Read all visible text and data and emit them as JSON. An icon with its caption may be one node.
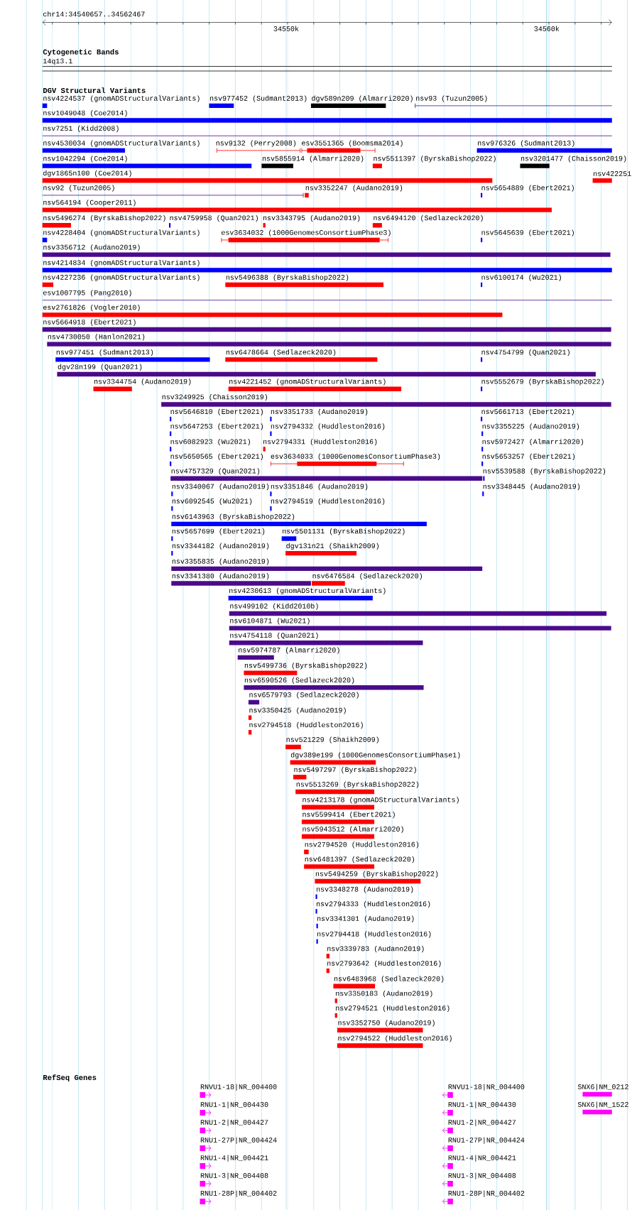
{
  "diagram": {
    "nodes": [
      {
        "text": [
          "nsv4224537 (gnomADStructuralVariants)"
        ]
      },
      {
        "text": [
          "nsv977452 (Sudmant2013)"
        ]
      },
      {
        "text": [
          "dgv589n209 (Almarri2020)"
        ]
      },
      {
        "text": [
          "nsv93 (Tuzun2005)"
        ]
      },
      {
        "text": [
          "nsv1049048 (Coe2014)"
        ]
      },
      {
        "text": [
          "nsv7251 (Kidd2008)"
        ]
      },
      {
        "text": [
          "nsv4530034 (gnomADStructuralVariants)"
        ]
      },
      {
        "text": [
          "nsv9132 (Perry2008)"
        ]
      },
      {
        "text": [
          "esv3551365 (Boomsma2014)"
        ]
      },
      {
        "text": [
          "nsv976326 (Sudmant2013)"
        ]
      },
      {
        "text": [
          "nsv1042294 (Coe2014)"
        ]
      },
      {
        "text": [
          "nsv5855914 (Almarri2020)"
        ]
      },
      {
        "text": [
          "nsv5511397 (ByrskaBishop2022)"
        ]
      },
      {
        "text": [
          "nsv3201477 (Chaisson2019)"
        ]
      },
      {
        "text": [
          "dgv1865n100 (Coe2014)"
        ]
      },
      {
        "text": [
          "nsv422251"
        ]
      },
      {
        "text": [
          "nsv92 (Tuzun2005)"
        ]
      },
      {
        "text": [
          "nsv3352247 (Audano2019)"
        ]
      },
      {
        "text": [
          "nsv5654889 (Ebert2021)"
        ]
      },
      {
        "text": [
          "nsv564194 (Cooper2011)"
        ]
      },
      {
        "text": [
          "nsv5496274 (ByrskaBishop2022)"
        ]
      },
      {
        "text": [
          "nsv4759958 (Quan2021)"
        ]
      },
      {
        "text": [
          "nsv3343795 (Audano2019)"
        ]
      },
      {
        "text": [
          "nsv6494120 (Sedlazeck2020)"
        ]
      },
      {
        "text": [
          "nsv4228404 (gnomADStructuralVariants)"
        ]
      },
      {
        "text": [
          "esv3634032 (1000GenomesConsortiumPhase3)"
        ]
      },
      {
        "text": [
          "nsv5645639 (Ebert2021)"
        ]
      },
      {
        "text": [
          "nsv3356712 (Audano2019)"
        ]
      },
      {
        "text": [
          "nsv4214834 (gnomADStructuralVariants)"
        ]
      },
      {
        "text": [
          "nsv4227236 (gnomADStructuralVariants)"
        ]
      },
      {
        "text": [
          "nsv5496388 (ByrskaBishop2022)"
        ]
      },
      {
        "text": [
          "nsv6100174 (Wu2021)"
        ]
      },
      {
        "text": [
          "esv1007795 (Pang2010)"
        ]
      },
      {
        "text": [
          "esv2761826 (Vogler2010)"
        ]
      },
      {
        "text": [
          "nsv5664918 (Ebert2021)"
        ]
      },
      {
        "text": [
          "nsv4730050 (Hanlon2021)"
        ]
      },
      {
        "text": [
          "nsv977451 (Sudmant2013)"
        ]
      },
      {
        "text": [
          "nsv6478664 (Sedlazeck2020)"
        ]
      },
      {
        "text": [
          "nsv4754799 (Quan2021)"
        ]
      },
      {
        "text": [
          "dgv28n199 (Quan2021)"
        ]
      },
      {
        "text": [
          "nsv3344754 (Audano2019)"
        ]
      },
      {
        "text": [
          "nsv4221452 (gnomADStructuralVariants)"
        ]
      },
      {
        "text": [
          "nsv5552679 (ByrskaBishop2022)"
        ]
      },
      {
        "text": [
          "nsv3249925 (Chaisson2019)"
        ]
      },
      {
        "text": [
          "nsv5646810 (Ebert2021)"
        ]
      },
      {
        "text": [
          "nsv3351733 (Audano2019)"
        ]
      },
      {
        "text": [
          "nsv5661713 (Ebert2021)"
        ]
      },
      {
        "text": [
          "nsv5647253 (Ebert2021)"
        ]
      },
      {
        "text": [
          "nsv2794332 (Huddleston2016)"
        ]
      },
      {
        "text": [
          "nsv3355225 (Audano2019)"
        ]
      },
      {
        "text": [
          "nsv6082923 (Wu2021)"
        ]
      },
      {
        "text": [
          "nsv2794331 (Huddleston2016)"
        ]
      },
      {
        "text": [
          "nsv5972427 (Almarri2020)"
        ]
      },
      {
        "text": [
          "nsv5650565 (Ebert2021)"
        ]
      },
      {
        "text": [
          "esv3634033 (1000GenomesConsortiumPhase3)"
        ]
      },
      {
        "text": [
          "nsv5653257 (Ebert2021)"
        ]
      },
      {
        "text": [
          "nsv4757329 (Quan2021)"
        ]
      },
      {
        "text": [
          "nsv5539588 (ByrskaBishop2022)"
        ]
      },
      {
        "text": [
          "nsv3340067 (Audano2019)"
        ]
      },
      {
        "text": [
          "nsv3351846 (Audano2019)"
        ]
      },
      {
        "text": [
          "nsv3348445 (Audano2019)"
        ]
      },
      {
        "text": [
          "nsv6092545 (Wu2021)"
        ]
      },
      {
        "text": [
          "nsv2794519 (Huddleston2016)"
        ]
      },
      {
        "text": [
          "nsv6143963 (ByrskaBishop2022)"
        ]
      },
      {
        "text": [
          "nsv5657699 (Ebert2021)"
        ]
      },
      {
        "text": [
          "nsv5501131 (ByrskaBishop2022)"
        ]
      },
      {
        "text": [
          "nsv3344182 (Audano2019)"
        ]
      },
      {
        "text": [
          "dgv131n21 (Shaikh2009)"
        ]
      },
      {
        "text": [
          "nsv3355835 (Audano2019)"
        ]
      },
      {
        "text": [
          "nsv3341380 (Audano2019)"
        ]
      },
      {
        "text": [
          "nsv6476584 (Sedlazeck2020)"
        ]
      },
      {
        "text": [
          "nsv4230613 (gnomADStructuralVariants)"
        ]
      },
      {
        "text": [
          "nsv499102 (Kidd2010b)"
        ]
      },
      {
        "text": [
          "nsv6104871 (Wu2021)"
        ]
      },
      {
        "text": [
          "nsv4754118 (Quan2021)"
        ]
      },
      {
        "text": [
          "nsv5974787 (Almarri2020)"
        ]
      },
      {
        "text": [
          "nsv5499736 (ByrskaBishop2022)"
        ]
      },
      {
        "text": [
          "nsv6590526 (Sedlazeck2020)"
        ]
      },
      {
        "text": [
          "nsv6579793 (Sedlazeck2020)"
        ]
      },
      {
        "text": [
          "nsv3350425 (Audano2019)"
        ]
      },
      {
        "text": [
          "nsv2794518 (Huddleston2016)"
        ]
      },
      {
        "text": [
          "nsv521229 (Shaikh2009)"
        ]
      },
      {
        "text": [
          "dgv389e199 (1000GenomesConsortiumPhase1)"
        ]
      },
      {
        "text": [
          "nsv5497297 (ByrskaBishop2022)"
        ]
      },
      {
        "text": [
          "nsv5513269 (ByrskaBishop2022)"
        ]
      },
      {
        "text": [
          "nsv4213178 (gnomADStructuralVariants)"
        ]
      },
      {
        "text": [
          "nsv5599414 (Ebert2021)"
        ]
      },
      {
        "text": [
          "nsv5943512 (Almarri2020)"
        ]
      },
      {
        "text": [
          "nsv2794520 (Huddleston2016)"
        ]
      },
      {
        "text": [
          "nsv6481397 (Sedlazeck2020)"
        ]
      },
      {
        "text": [
          "nsv5494259 (ByrskaBishop2022)"
        ]
      },
      {
        "text": [
          "nsv3348278 (Audano2019)"
        ]
      },
      {
        "text": [
          "nsv2794333 (Huddleston2016)"
        ]
      },
      {
        "text": [
          "nsv3341301 (Audano2019)"
        ]
      },
      {
        "text": [
          "nsv2794418 (Huddleston2016)"
        ]
      },
      {
        "text": [
          "nsv3339783 (Audano2019)"
        ]
      },
      {
        "text": [
          "nsv2793642 (Huddleston2016)"
        ]
      },
      {
        "text": [
          "nsv6483968 (Sedlazeck2020)"
        ]
      },
      {
        "text": [
          "nsv3350183 (Audano2019)"
        ]
      },
      {
        "text": [
          "nsv2794521 (Huddleston2016)"
        ]
      },
      {
        "text": [
          "nsv3352750 (Audano2019)"
        ]
      },
      {
        "text": [
          "nsv2794522 (Huddleston2016)"
        ]
      },
      {
        "text": [
          "RNVU1-18|NR_004400"
        ]
      },
      {
        "text": [
          "RNVU1-18|NR_004400"
        ]
      },
      {
        "text": [
          "SNX6|NM_0212"
        ]
      },
      {
        "text": [
          "RNU1-1|NR_004430"
        ]
      },
      {
        "text": [
          "RNU1-1|NR_004430"
        ]
      },
      {
        "text": [
          "SNX6|NM_1522"
        ]
      },
      {
        "text": [
          "RNU1-2|NR_004427"
        ]
      },
      {
        "text": [
          "RNU1-2|NR_004427"
        ]
      },
      {
        "text": [
          "RNU1-27P|NR_004424"
        ]
      },
      {
        "text": [
          "RNU1-27P|NR_004424"
        ]
      },
      {
        "text": [
          "RNU1-4|NR_004421"
        ]
      },
      {
        "text": [
          "RNU1-4|NR_004421"
        ]
      },
      {
        "text": [
          "RNU1-3|NR_004408"
        ]
      },
      {
        "text": [
          "RNU1-3|NR_004408"
        ]
      },
      {
        "text": [
          "RNU1-28P|NR_004402"
        ]
      },
      {
        "text": [
          "RNU1-28P|NR_004402"
        ]
      }
    ],
    "labels": [
      "chr14:34540657..34562467",
      "34550k",
      "34560k",
      "Cytogenetic Bands",
      "14q13.1",
      "DGV Structural Variants",
      "RefSeq Genes"
    ]
  }
}
